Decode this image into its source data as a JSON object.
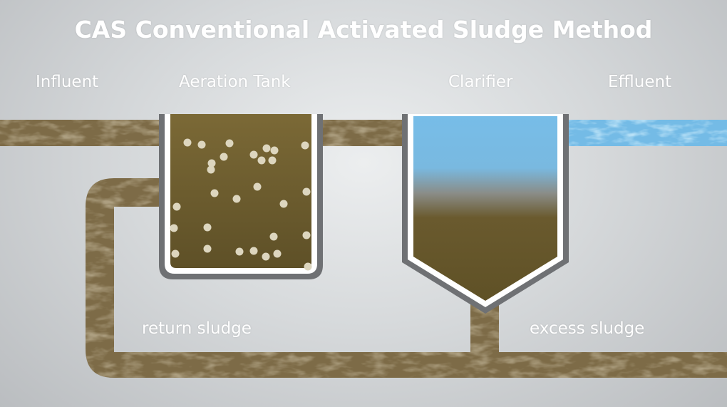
{
  "diagram": {
    "title": "CAS Conventional Activated Sludge Method",
    "stages": {
      "influent": "Influent",
      "aeration_tank": "Aeration Tank",
      "clarifier": "Clarifier",
      "effluent": "Effluent"
    },
    "flows": {
      "return_sludge": "return sludge",
      "excess_sludge": "excess sludge"
    }
  },
  "colors": {
    "sludge": "#6b5a2c",
    "pipe": "#7d6b47",
    "water": "#78bde6",
    "tank_wall": "#6f7174",
    "bubbles": "#ddd6bf"
  }
}
